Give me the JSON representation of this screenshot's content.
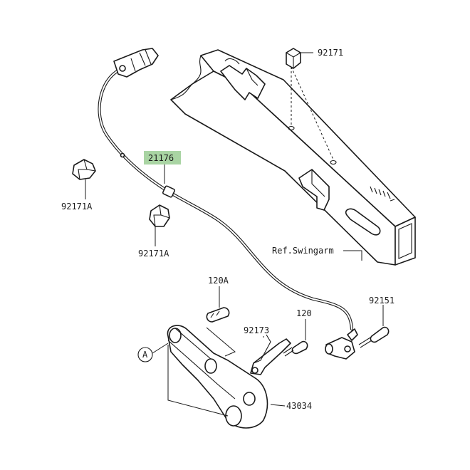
{
  "diagram": {
    "highlight_color": "#a9d4a3",
    "callouts": {
      "p92171": "92171",
      "p21176": "21176",
      "p92171A_1": "92171A",
      "p92171A_2": "92171A",
      "ref_swingarm": "Ref.Swingarm",
      "p120A": "120A",
      "p92151": "92151",
      "p120": "120",
      "p92173": "92173",
      "p43034": "43034",
      "circle_a": "A"
    }
  }
}
